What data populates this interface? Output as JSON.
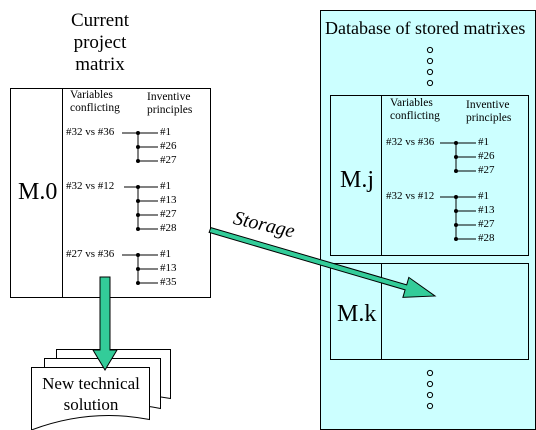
{
  "current": {
    "title_lines": [
      "Current",
      "project",
      "matrix"
    ],
    "matrix_label": "M.0",
    "header_variables": [
      "Variables",
      "conflicting"
    ],
    "header_principles": [
      "Inventive",
      "principles"
    ],
    "rows": [
      {
        "pair": "#32 vs #36",
        "principles": [
          "#1",
          "#26",
          "#27"
        ]
      },
      {
        "pair": "#32 vs #12",
        "principles": [
          "#1",
          "#13",
          "#27",
          "#28"
        ]
      },
      {
        "pair": "#27 vs #36",
        "principles": [
          "#1",
          "#13",
          "#35"
        ]
      }
    ]
  },
  "database": {
    "title": "Database of stored matrixes",
    "mj": {
      "label": "M.j",
      "header_variables": [
        "Variables",
        "conflicting"
      ],
      "header_principles": [
        "Inventive",
        "principles"
      ],
      "rows": [
        {
          "pair": "#32 vs #36",
          "principles": [
            "#1",
            "#26",
            "#27"
          ]
        },
        {
          "pair": "#32 vs #12",
          "principles": [
            "#1",
            "#13",
            "#27",
            "#28"
          ]
        }
      ]
    },
    "mk": {
      "label": "M.k"
    }
  },
  "storage_label": "Storage",
  "solution_lines": [
    "New technical",
    "solution"
  ],
  "colors": {
    "database_bg": "#ccffff",
    "arrow_fill": "#33cc99",
    "line": "#000000"
  }
}
